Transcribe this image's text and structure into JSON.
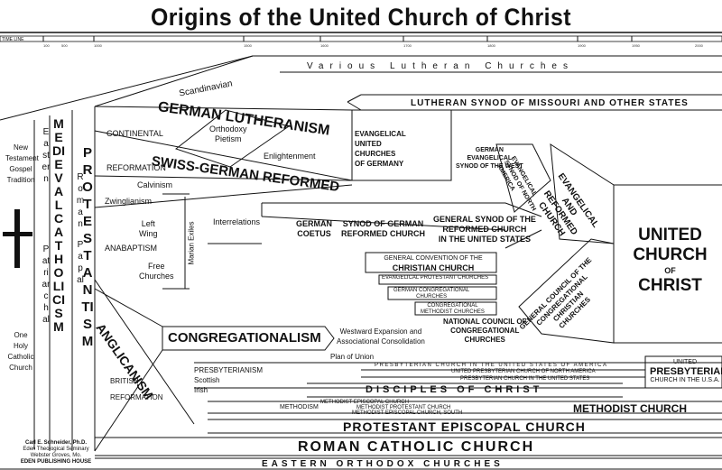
{
  "title": "Origins of the United Church of Christ",
  "timeline": {
    "label": "TIME LINE",
    "ticks": [
      "100",
      "500",
      "1000",
      "1500",
      "1600",
      "1700",
      "1800",
      "1900",
      "1950",
      "2000"
    ]
  },
  "left_column": {
    "new_testament": [
      "New",
      "Testament",
      "Gospel",
      "Tradition"
    ],
    "one_holy": [
      "One",
      "Holy",
      "Catholic",
      "Church"
    ],
    "eastern_patriarchal": [
      "Eastern",
      "Patriarchal"
    ],
    "medieval_catholicism": "MEDIEVAL CATHOLICISM",
    "roman_papal": [
      "Roman",
      "Papal"
    ],
    "protestantism": "PROTESTANTISM"
  },
  "streams": {
    "scandinavian": "Scandinavian",
    "german_lutheranism": "GERMAN LUTHERANISM",
    "orthodoxy_pietism": [
      "Orthodoxy",
      "Pietism"
    ],
    "continental": "CONTINENTAL",
    "reformation": "REFORMATION",
    "enlightenment": "Enlightenment",
    "swiss_german_reformed": "SWISS-GERMAN REFORMED",
    "calvinism": "Calvinism",
    "zwinglianism": "Zwinglianism",
    "left_wing": [
      "Left",
      "Wing"
    ],
    "anabaptism": "ANABAPTISM",
    "free_churches": [
      "Free",
      "Churches"
    ],
    "marian_exiles": "Marian Exiles",
    "interrelations": "Interrelations",
    "anglicanism": "ANGLICANISM",
    "congregationalism": "CONGREGATIONALISM",
    "westward": [
      "Westward Expansion and",
      "Associational Consolidation"
    ],
    "plan_of_union": "Plan of Union",
    "presbyterianism": [
      "PRESBYTERIANISM",
      "Scottish",
      "Irish"
    ],
    "british": "BRITISH",
    "british_reformation": "REFORMATION",
    "methodism": "METHODISM"
  },
  "bands": {
    "lutheran_churches": "Various Lutheran Churches",
    "missouri_synod": "LUTHERAN SYNOD OF MISSOURI AND OTHER STATES",
    "evangelical_united": [
      "EVANGELICAL",
      "UNITED",
      "CHURCHES",
      "OF GERMANY"
    ],
    "german_evangelical_synod_na": [
      "GERMAN",
      "EVANGELICAL",
      "SYNOD OF THE WEST"
    ],
    "evangelical_synod_na": [
      "EVANGELICAL",
      "SYNOD OF NORTH",
      "AMERICA"
    ],
    "evangelical_reformed": [
      "EVANGELICAL",
      "AND",
      "REFORMED",
      "CHURCH"
    ],
    "german_coetus": [
      "GERMAN",
      "COETUS"
    ],
    "synod_german_reformed": [
      "SYNOD OF GERMAN",
      "REFORMED CHURCH"
    ],
    "general_synod": [
      "GENERAL SYNOD OF THE",
      "REFORMED CHURCH",
      "IN THE UNITED STATES"
    ],
    "general_convention": [
      "GENERAL CONVENTION OF THE",
      "CHRISTIAN CHURCH"
    ],
    "evangelical_protestant": "EVANGELICAL PROTESTANT CHURCHES",
    "german_congregational": [
      "GERMAN CONGREGATIONAL",
      "CHURCHES"
    ],
    "congregational_methodist": [
      "CONGREGATIONAL",
      "METHODIST CHURCHES"
    ],
    "national_council": [
      "NATIONAL COUNCIL OF",
      "CONGREGATIONAL",
      "CHURCHES"
    ],
    "general_council": [
      "GENERAL COUNCIL OF THE",
      "CONGREGATIONAL",
      "CHRISTIAN",
      "CHURCHES"
    ],
    "ucc": [
      "UNITED",
      "CHURCH",
      "OF",
      "CHRIST"
    ],
    "presbyterian_usa_long": "PRESBYTERIAN CHURCH IN THE UNITED STATES OF AMERICA",
    "united_presbyterian": "UNITED PRESBYTERIAN CHURCH OF NORTH AMERICA",
    "presbyterian_us": "PRESBYTERIAN CHURCH IN THE UNITED STATES",
    "united_presbyterian_right": [
      "UNITED",
      "PRESBYTERIAN",
      "CHURCH IN THE U.S.A."
    ],
    "disciples": "DISCIPLES OF CHRIST",
    "methodist_episcopal": "METHODIST EPISCOPAL CHURCH",
    "methodist_protestant": "METHODIST PROTESTANT CHURCH",
    "methodist_episcopal_south": "METHODIST EPISCOPAL CHURCH, SOUTH",
    "methodist_church": "METHODIST CHURCH",
    "protestant_episcopal": "PROTESTANT EPISCOPAL CHURCH",
    "roman_catholic": "ROMAN CATHOLIC CHURCH",
    "eastern_orthodox": "EASTERN ORTHODOX CHURCHES"
  },
  "credits": [
    "Carl E. Schneider, Ph.D.",
    "Eden Theological Seminary",
    "Webster Groves, Mo.",
    "EDEN PUBLISHING HOUSE"
  ]
}
